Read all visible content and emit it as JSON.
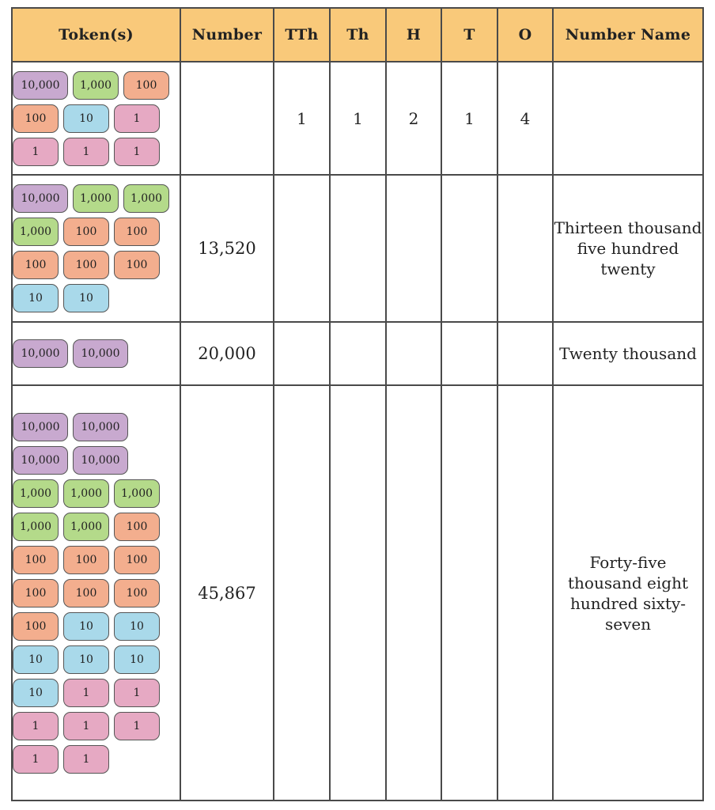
{
  "colors": {
    "header_bg": "#f9c97a",
    "token_10000": "#c8a9cf",
    "token_1000": "#b4da8a",
    "token_100": "#f3ae8e",
    "token_10": "#a9d9ea",
    "token_1": "#e6a9c3"
  },
  "headers": {
    "tokens": "Token(s)",
    "number": "Number",
    "tth": "TTh",
    "th": "Th",
    "h": "H",
    "t": "T",
    "o": "O",
    "name": "Number Name"
  },
  "rows": [
    {
      "tokens": [
        [
          "10,000",
          "1,000",
          "100"
        ],
        [
          "100",
          "10",
          "1"
        ],
        [
          "1",
          "1",
          "1"
        ]
      ],
      "number": "",
      "tth": "1",
      "th": "1",
      "h": "2",
      "t": "1",
      "o": "4",
      "name": ""
    },
    {
      "tokens": [
        [
          "10,000",
          "1,000",
          "1,000"
        ],
        [
          "1,000",
          "100",
          "100"
        ],
        [
          "100",
          "100",
          "100"
        ],
        [
          "10",
          "10"
        ]
      ],
      "number": "13,520",
      "tth": "",
      "th": "",
      "h": "",
      "t": "",
      "o": "",
      "name": "Thirteen thousand five hundred twenty"
    },
    {
      "tokens": [
        [
          "10,000",
          "10,000"
        ]
      ],
      "number": "20,000",
      "tth": "",
      "th": "",
      "h": "",
      "t": "",
      "o": "",
      "name": "Twenty thousand"
    },
    {
      "tokens": [
        [
          "10,000",
          "10,000"
        ],
        [
          "10,000",
          "10,000"
        ],
        [
          "1,000",
          "1,000",
          "1,000"
        ],
        [
          "1,000",
          "1,000",
          "100"
        ],
        [
          "100",
          "100",
          "100"
        ],
        [
          "100",
          "100",
          "100"
        ],
        [
          "100",
          "10",
          "10"
        ],
        [
          "10",
          "10",
          "10"
        ],
        [
          "10",
          "1",
          "1"
        ],
        [
          "1",
          "1",
          "1"
        ],
        [
          "1",
          "1"
        ]
      ],
      "number": "45,867",
      "tth": "",
      "th": "",
      "h": "",
      "t": "",
      "o": "",
      "name": "Forty-five thousand eight hundred sixty-seven"
    }
  ]
}
